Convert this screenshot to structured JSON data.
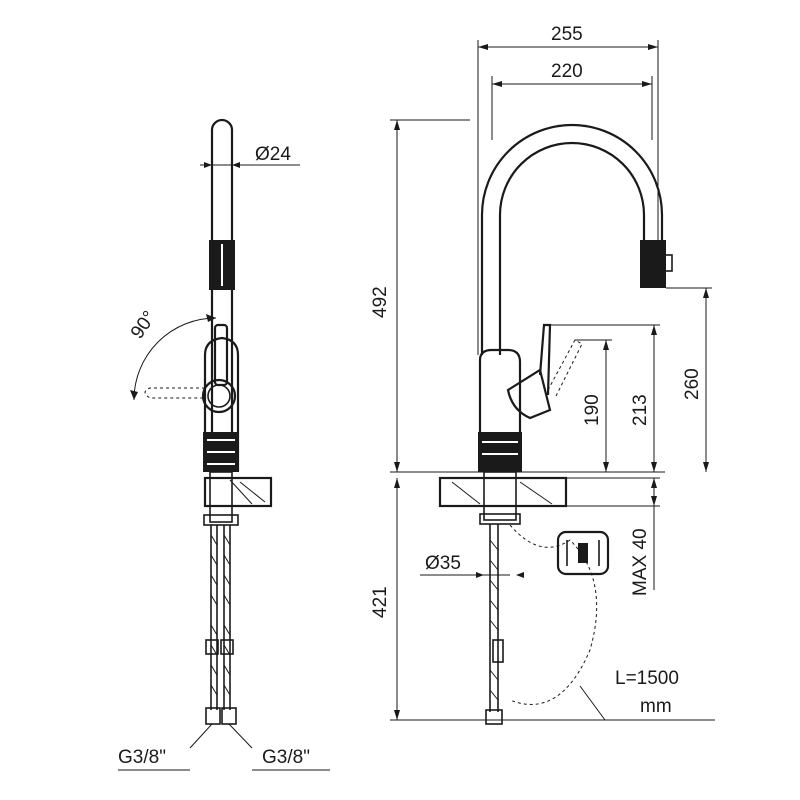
{
  "diagram": {
    "dimensions": {
      "overall_reach": "255",
      "spout_reach": "220",
      "total_height": "492",
      "spout_height": "260",
      "handle_height_213": "213",
      "handle_height_190": "190",
      "below_deck": "421",
      "spout_diameter": "Ø24",
      "hole_diameter": "Ø35",
      "deck_thickness": "MAX 40",
      "rotation": "90°",
      "hose_length_line1": "L=1500",
      "hose_length_line2": "mm",
      "connection_left": "G3/8\"",
      "connection_right": "G3/8\""
    },
    "colors": {
      "line": "#1a1a1a",
      "background": "#ffffff"
    }
  }
}
